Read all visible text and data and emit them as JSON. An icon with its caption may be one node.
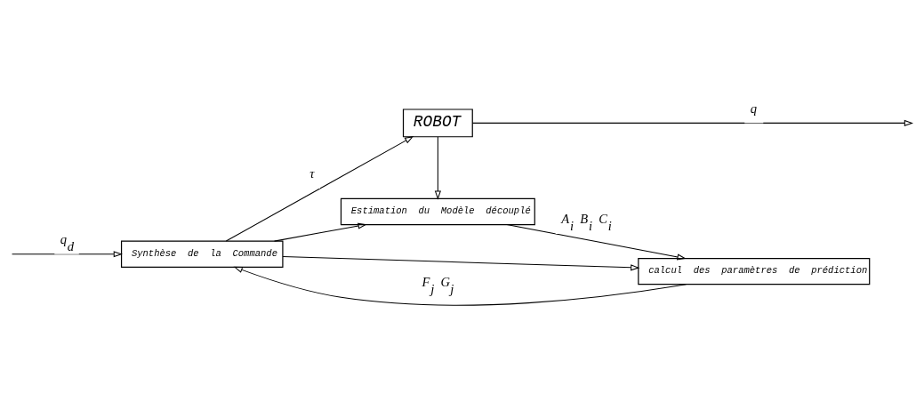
{
  "diagram": {
    "nodes": [
      {
        "text": [
          "Synthèse de la Commande"
        ]
      },
      {
        "text": [
          "ROBOT"
        ]
      },
      {
        "text": [
          "Estimation du Modèle découplé"
        ]
      },
      {
        "text": [
          "calcul des paramètres de prédiction"
        ]
      }
    ],
    "edges": [
      {
        "from": null,
        "to": 0,
        "arrow": "to",
        "label": "q$_{d}$"
      },
      {
        "from": 0,
        "to": 1,
        "arrow": "to",
        "label": "τ"
      },
      {
        "from": 1,
        "to": null,
        "arrow": "to",
        "label": "q"
      },
      {
        "from": 1,
        "to": 2,
        "arrow": "to"
      },
      {
        "from": 0,
        "to": 2,
        "arrow": "to"
      },
      {
        "from": 0,
        "to": 3,
        "arrow": "to"
      },
      {
        "from": 2,
        "to": 3,
        "arrow": "to",
        "label": "A$_{i}$ B$_{i}$ C$_{i}$"
      },
      {
        "from": 3,
        "to": 0,
        "arrow": "to",
        "label": "F$_{j}$ G$_{j}$"
      }
    ]
  }
}
